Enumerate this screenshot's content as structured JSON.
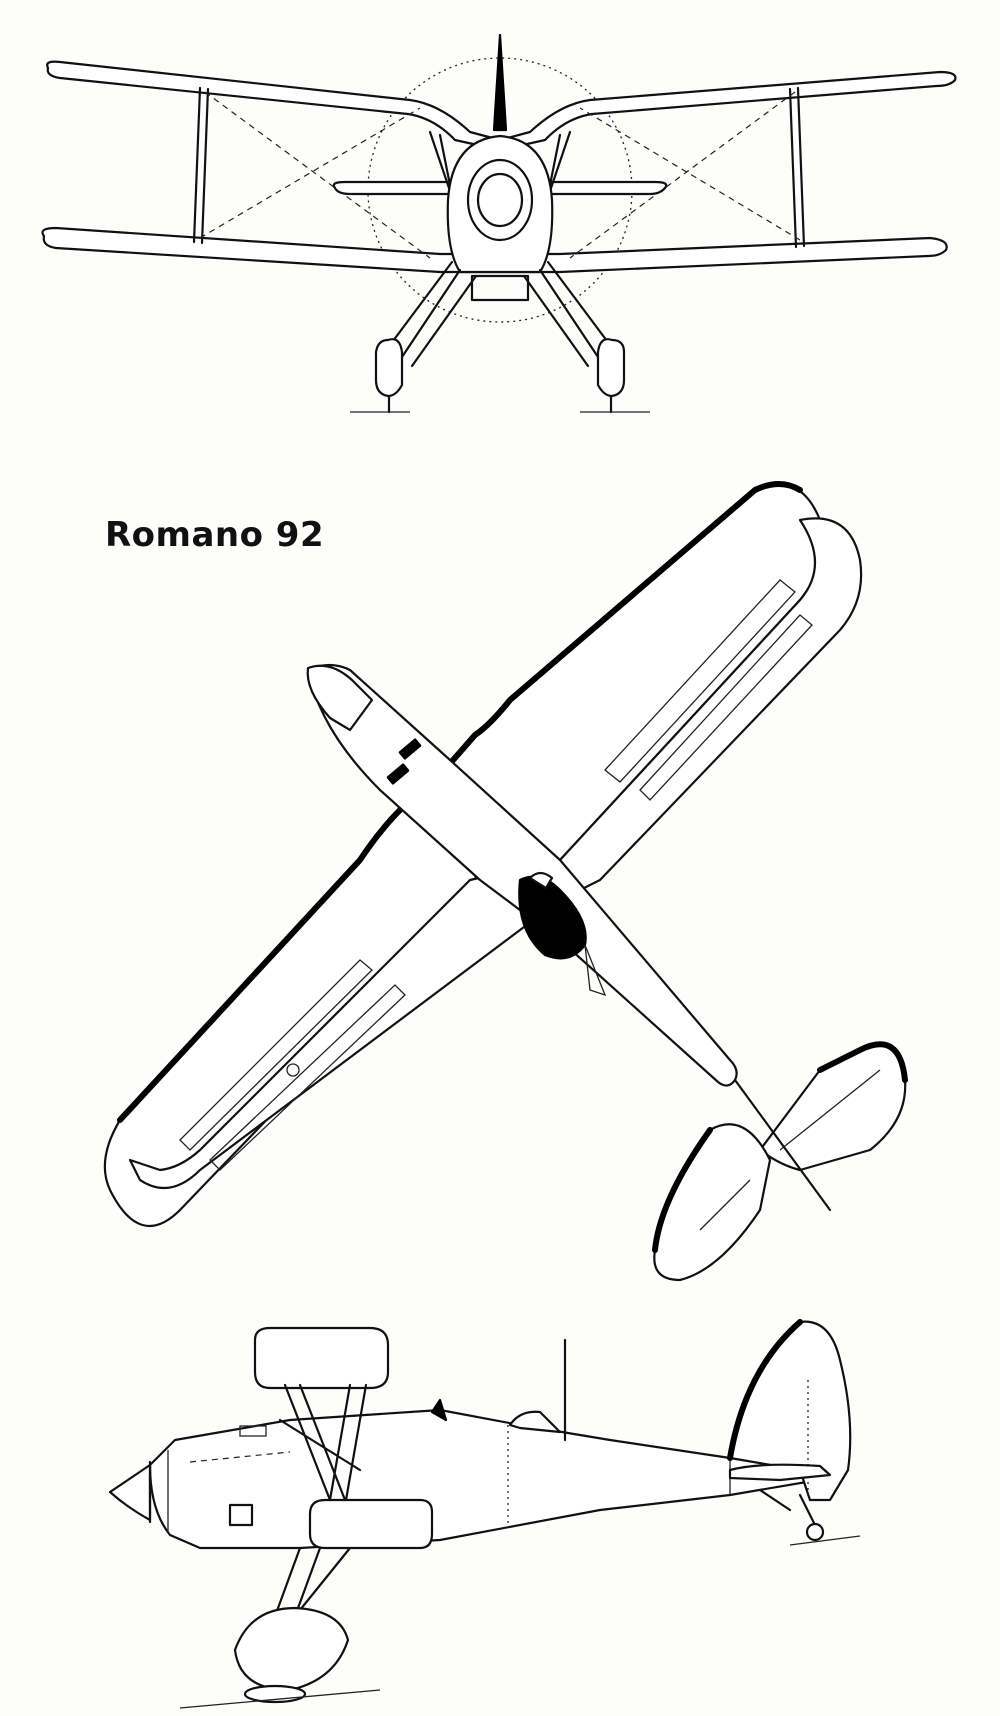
{
  "title": "Romano 92",
  "views": {
    "front": "front-view",
    "plan": "plan-view",
    "side": "side-view"
  }
}
